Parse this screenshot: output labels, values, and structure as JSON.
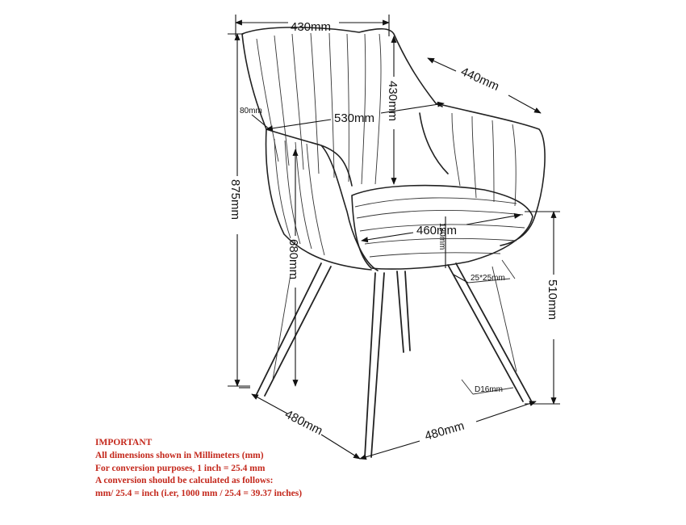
{
  "dimensions": {
    "back_width": "430mm",
    "arm_depth": "440mm",
    "back_height": "430mm",
    "arm_thickness": "80mm",
    "overall_width": "530mm",
    "total_height": "875mm",
    "seat_width": "460mm",
    "seat_thickness": "130mm",
    "arm_height": "680mm",
    "leg_section": "25*25mm",
    "seat_height": "510mm",
    "foot_diameter": "D16mm",
    "base_depth": "480mm",
    "base_width": "480mm"
  },
  "notes": {
    "heading": "IMPORTANT",
    "line1": "All dimensions shown in Millimeters (mm)",
    "line2": "For conversion purposes, 1 inch = 25.4 mm",
    "line3": "A conversion should be calculated as follows:",
    "line4": "mm/ 25.4 = inch (i.er, 1000 mm / 25.4 = 39.37 inches)"
  },
  "colors": {
    "note_text": "#c4281c",
    "line": "#222222"
  }
}
